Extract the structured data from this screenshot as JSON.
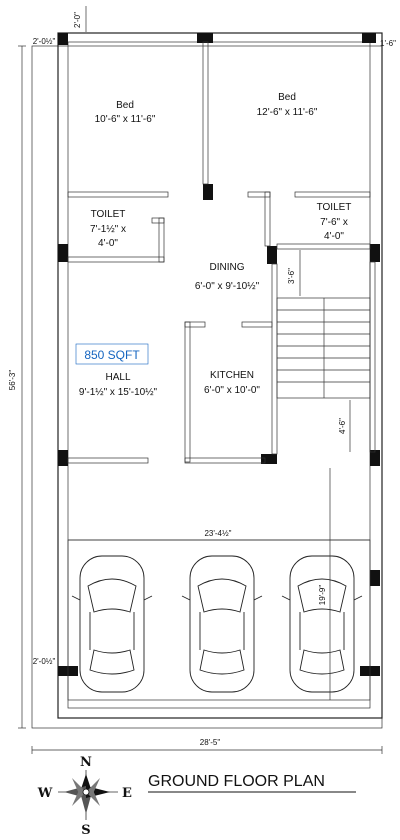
{
  "plan": {
    "title": "GROUND FLOOR PLAN",
    "area_badge": "850 SQFT",
    "rooms": {
      "bed_left": {
        "name": "Bed",
        "size": "10'-6\" x 11'-6\""
      },
      "bed_right": {
        "name": "Bed",
        "size": "12'-6\" x 11'-6\""
      },
      "toilet_left": {
        "name": "TOILET",
        "size_line1": "7'-1½\" x",
        "size_line2": "4'-0\""
      },
      "toilet_right": {
        "name": "TOILET",
        "size_line1": "7'-6\" x",
        "size_line2": "4'-0\""
      },
      "dining": {
        "name": "DINING",
        "size": "6'-0\" x 9'-10½\""
      },
      "hall": {
        "name": "HALL",
        "size": "9'-1½\" x 15'-10½\""
      },
      "kitchen": {
        "name": "KITCHEN",
        "size": "6'-0\" x 10'-0\""
      }
    },
    "dimensions": {
      "top_setback": "2'-0\"",
      "top_left": "2'-0½\"",
      "top_right": "1'-6\"",
      "overall_height": "56'-3\"",
      "stair_upper": "3'-6\"",
      "stair_lower": "4'-6\"",
      "parking_width": "23'-4½\"",
      "parking_depth": "19'-9\"",
      "bottom_left": "2'-0½\"",
      "overall_width": "28'-5\""
    },
    "compass": {
      "north": "N",
      "south": "S",
      "east": "E",
      "west": "W"
    }
  }
}
